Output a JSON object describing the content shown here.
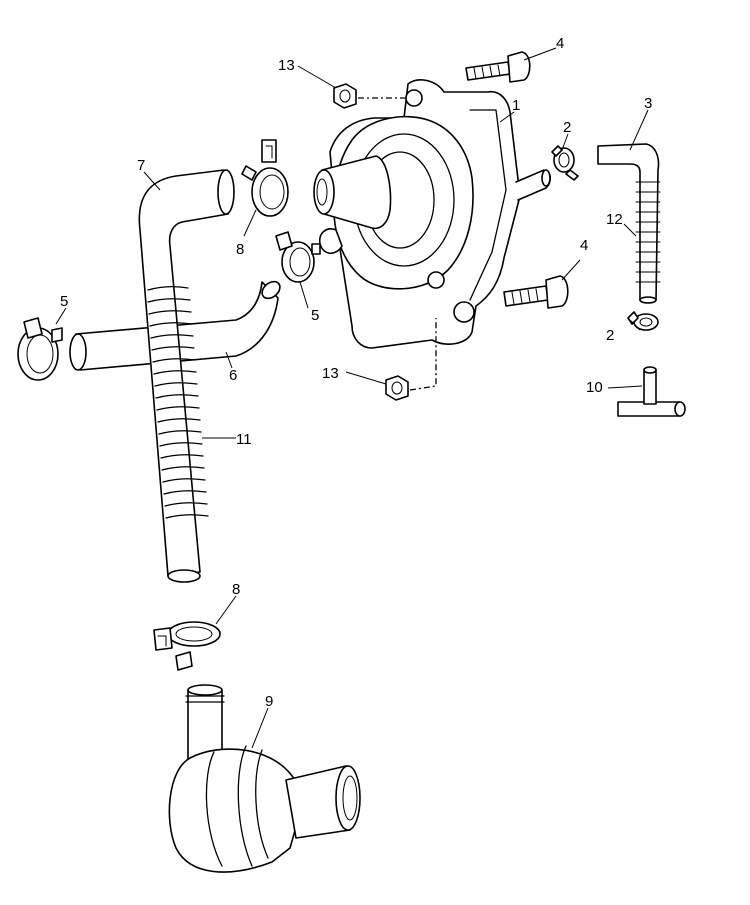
{
  "callouts": {
    "c1": "1",
    "c2a": "2",
    "c2b": "2",
    "c3": "3",
    "c4a": "4",
    "c4b": "4",
    "c5a": "5",
    "c5b": "5",
    "c6": "6",
    "c7": "7",
    "c8a": "8",
    "c8b": "8",
    "c9": "9",
    "c10": "10",
    "c11": "11",
    "c12": "12",
    "c13a": "13",
    "c13b": "13"
  }
}
